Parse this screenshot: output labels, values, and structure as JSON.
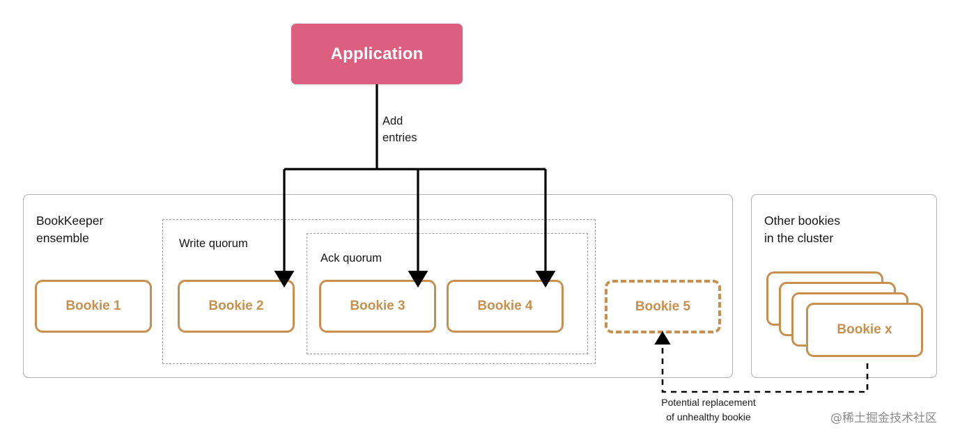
{
  "diagram": {
    "title": "BookKeeper write path with ensemble, write quorum and ack quorum",
    "background": "#ffffff"
  },
  "colors": {
    "application_fill": "#DC5F80",
    "application_text": "#ffffff",
    "bookie_border": "#C8904E",
    "bookie_text": "#C8904E",
    "panel_border": "#b0b0b0",
    "quorum_border": "#9a9a9a",
    "arrow": "#000000",
    "body_text": "#141414",
    "watermark_text": "#8d8d8d"
  },
  "application": {
    "label": "Application"
  },
  "flow": {
    "add_entries_label": "Add\nentries",
    "arrow_targets": [
      "Bookie 2",
      "Bookie 3",
      "Bookie 4"
    ]
  },
  "ensemble_panel": {
    "title": "BookKeeper\nensemble",
    "write_quorum_label": "Write quorum",
    "ack_quorum_label": "Ack quorum",
    "bookies": [
      {
        "label": "Bookie 1",
        "style": "solid",
        "in_write_quorum": false,
        "in_ack_quorum": false
      },
      {
        "label": "Bookie 2",
        "style": "solid",
        "in_write_quorum": true,
        "in_ack_quorum": false
      },
      {
        "label": "Bookie 3",
        "style": "solid",
        "in_write_quorum": true,
        "in_ack_quorum": true
      },
      {
        "label": "Bookie 4",
        "style": "solid",
        "in_write_quorum": true,
        "in_ack_quorum": true
      },
      {
        "label": "Bookie 5",
        "style": "dashed",
        "in_write_quorum": false,
        "in_ack_quorum": false
      }
    ]
  },
  "other_panel": {
    "title": "Other bookies\nin the cluster",
    "stack_card_count": 4,
    "front_card_label": "Bookie x"
  },
  "callout": {
    "note": "Potential  replacement\nof unhealthy bookie",
    "from": "Bookie x",
    "to": "Bookie 5",
    "line_style": "dashed"
  },
  "watermark": {
    "text": "@稀土掘金技术社区"
  }
}
